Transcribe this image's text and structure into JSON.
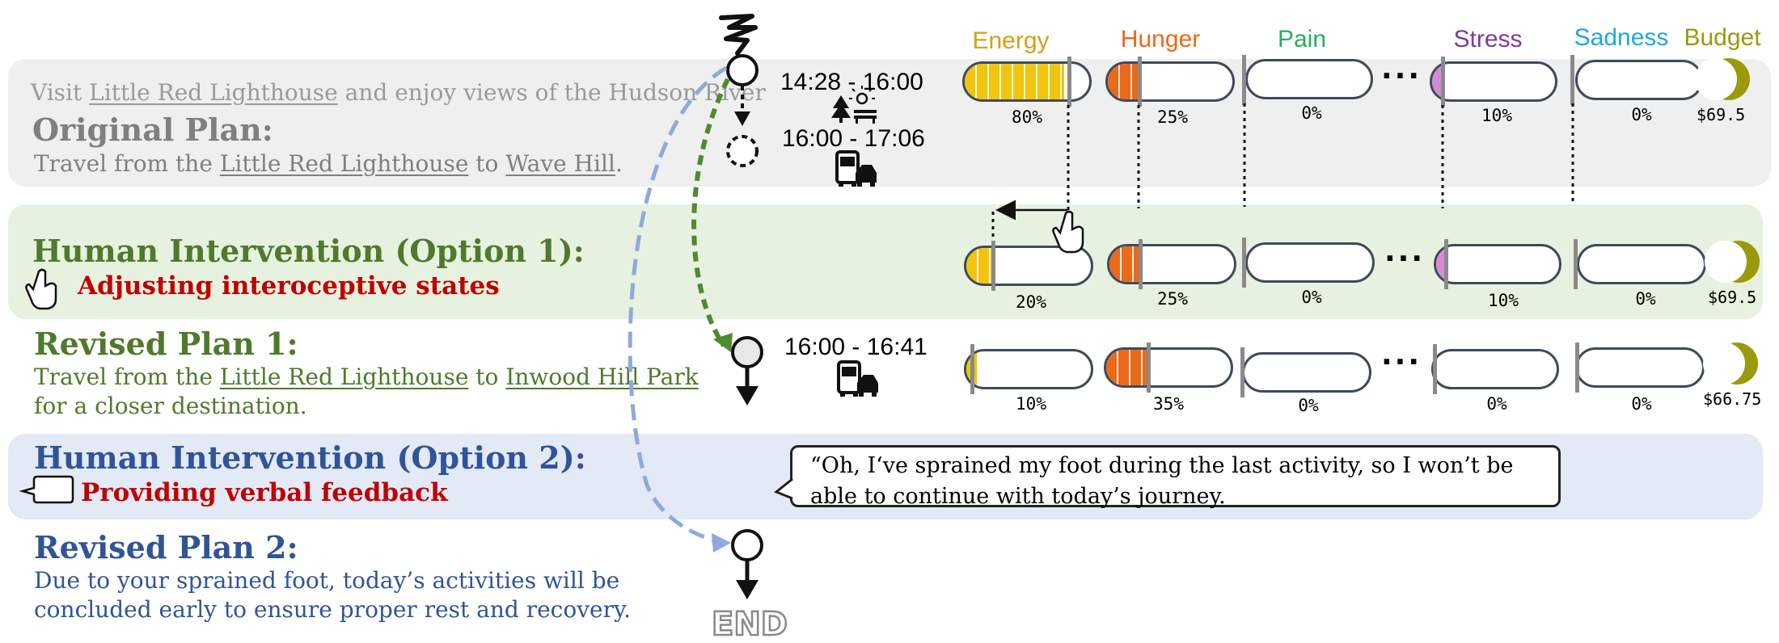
{
  "colors": {
    "energy": "#f1c40f",
    "hunger": "#ea6a1a",
    "pain": "#27ae60",
    "stress": "#7d3c98",
    "sadness": "#1fa8e0",
    "budget": "#9a9a0b",
    "stress_fill": "#d58ad3",
    "green_text": "#4f7a2b",
    "blue_text": "#2f5597",
    "red_text": "#c00000",
    "gray_text": "#8a8a8a"
  },
  "labels": {
    "energy": "Energy",
    "hunger": "Hunger",
    "pain": "Pain",
    "dots": "···",
    "stress": "Stress",
    "sadness": "Sadness",
    "budget": "Budget"
  },
  "original": {
    "visit_pre": "Visit ",
    "visit_link": "Little Red Lighthouse",
    "visit_post": " and enjoy views of the Hudson River",
    "title": "Original Plan:",
    "travel_pre": "Travel from the ",
    "travel_from": "Little Red Lighthouse",
    "travel_mid": " to ",
    "travel_to": "Wave Hill",
    "travel_post": ".",
    "time1": "14:28 - 16:00",
    "time2": "16:00 - 17:06",
    "states": {
      "energy": "80%",
      "hunger": "25%",
      "pain": "0%",
      "stress": "10%",
      "sadness": "0%",
      "budget": "$69.5"
    }
  },
  "intervention1": {
    "title": "Human Intervention (Option 1):",
    "subtitle": "Adjusting interoceptive states",
    "states": {
      "energy": "20%",
      "hunger": "25%",
      "pain": "0%",
      "stress": "10%",
      "sadness": "0%",
      "budget": "$69.5"
    }
  },
  "revised1": {
    "title": "Revised Plan 1:",
    "line1_pre": "Travel from the ",
    "line1_from": "Little Red Lighthouse",
    "line1_mid": " to ",
    "line1_to": "Inwood Hill Park",
    "line2": "for a closer destination.",
    "time": "16:00 - 16:41",
    "states": {
      "energy": "10%",
      "hunger": "35%",
      "pain": "0%",
      "stress": "0%",
      "sadness": "0%",
      "budget": "$66.75"
    }
  },
  "intervention2": {
    "title": "Human Intervention (Option 2):",
    "subtitle": "Providing verbal feedback",
    "quote_line1": "“Oh, I‘ve sprained my foot during the last activity, so I won’t be",
    "quote_line2": "able to continue with today’s journey."
  },
  "revised2": {
    "title": "Revised Plan 2:",
    "line1": "Due to your sprained foot, today’s activities will be",
    "line2": "concluded early to ensure proper rest and recovery.",
    "end": "END"
  },
  "levels": {
    "original": {
      "energy": 0.8,
      "hunger": 0.25,
      "stress": 0.1
    },
    "intervention1": {
      "energy": 0.2,
      "hunger": 0.25,
      "stress": 0.1
    },
    "revised1": {
      "energy": 0.1,
      "hunger": 0.35,
      "stress": 0.0
    }
  }
}
